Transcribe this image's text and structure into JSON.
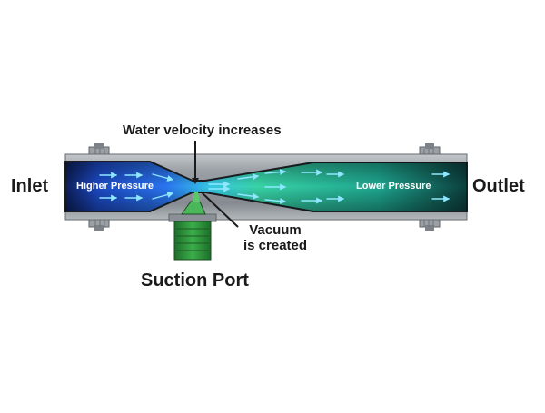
{
  "diagram": {
    "labels": {
      "inlet": "Inlet",
      "outlet": "Outlet",
      "higher_pressure": "Higher Pressure",
      "lower_pressure": "Lower Pressure",
      "velocity_note": "Water velocity increases",
      "vacuum_line1": "Vacuum",
      "vacuum_line2": "is created",
      "suction_port": "Suction Port"
    },
    "colors": {
      "pipe_body": "#8f959a",
      "pipe_dark": "#3a3d40",
      "high_pressure_fluid": "#1f5fe0",
      "low_pressure_fluid": "#1fb59a",
      "suction_fluid": "#2f9a3c",
      "flow_arrows": "#8fe7ff"
    }
  }
}
